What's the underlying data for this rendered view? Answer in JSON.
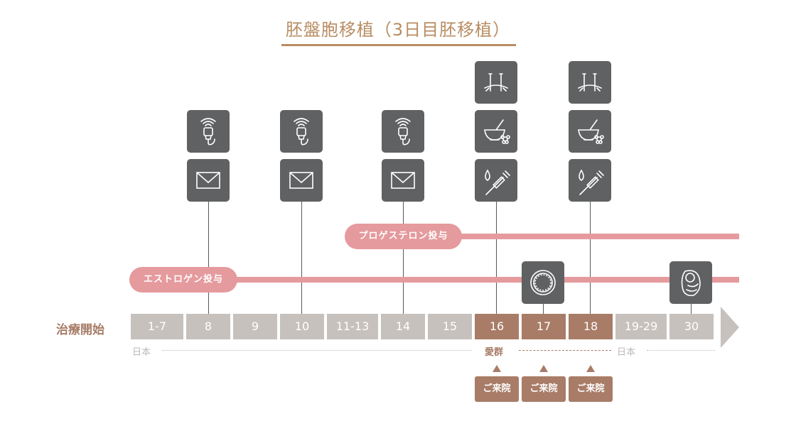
{
  "title": "胚盤胞移植（3日目胚移植）",
  "timeline": {
    "start_label": "治療開始",
    "days": [
      "1-7",
      "8",
      "9",
      "10",
      "11-13",
      "14",
      "15",
      "16",
      "17",
      "18",
      "19-29",
      "30"
    ]
  },
  "bands": {
    "progesterone_label": "プロゲステロン投与",
    "estrogen_label": "エストロゲン投与"
  },
  "locations": {
    "left": "日本",
    "middle": "愛群",
    "right": "日本"
  },
  "visit_label": "ご来院",
  "icons": {
    "ultrasound": "ultrasound-probe-icon",
    "mail": "envelope-icon",
    "acupuncture": "acupuncture-needles-icon",
    "herbal": "herbal-mortar-icon",
    "injection": "syringe-drop-icon",
    "embryo": "embryo-icon",
    "baby": "baby-icon"
  },
  "colors": {
    "title": "#b88d62",
    "band": "#e59a9d",
    "day_grey": "#c7c1be",
    "day_brown": "#a87c67",
    "icon_bg": "#5f6162"
  }
}
